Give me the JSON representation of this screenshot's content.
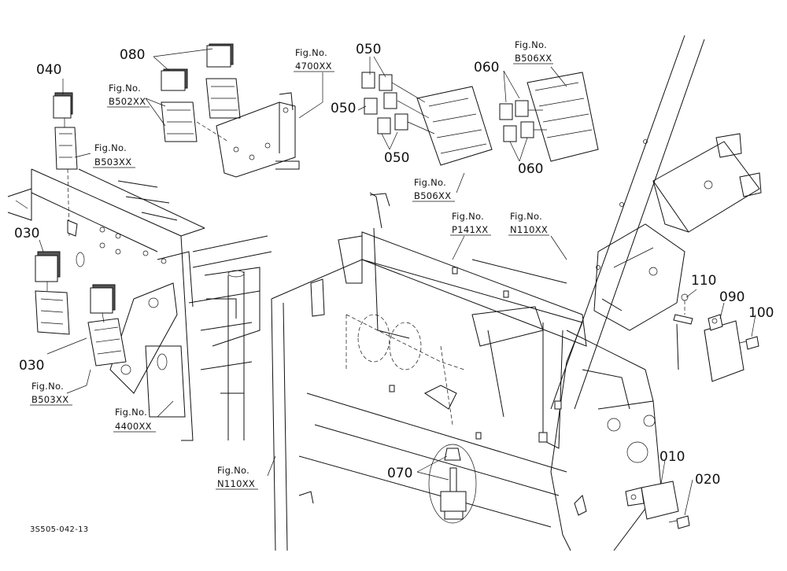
{
  "diagram": {
    "document_code": "3S505-042-13",
    "callouts": {
      "p010": "010",
      "p020": "020",
      "p030a": "030",
      "p030b": "030",
      "p040": "040",
      "p050a": "050",
      "p050b": "050",
      "p050c": "050",
      "p060a": "060",
      "p060b": "060",
      "p070": "070",
      "p080": "080",
      "p090": "090",
      "p100": "100",
      "p110": "110"
    },
    "fig_refs": {
      "f_b502": {
        "label": "Fig.No.",
        "code": "B502XX"
      },
      "f_4700": {
        "label": "Fig.No.",
        "code": "4700XX"
      },
      "f_b503a": {
        "label": "Fig.No.",
        "code": "B503XX"
      },
      "f_b503b": {
        "label": "Fig.No.",
        "code": "B503XX"
      },
      "f_4400": {
        "label": "Fig.No.",
        "code": "4400XX"
      },
      "f_b506a": {
        "label": "Fig.No.",
        "code": "B506XX"
      },
      "f_b506b": {
        "label": "Fig.No.",
        "code": "B506XX"
      },
      "f_p141": {
        "label": "Fig.No.",
        "code": "P141XX"
      },
      "f_n110a": {
        "label": "Fig.No.",
        "code": "N110XX"
      },
      "f_n110b": {
        "label": "Fig.No.",
        "code": "N110XX"
      }
    }
  }
}
